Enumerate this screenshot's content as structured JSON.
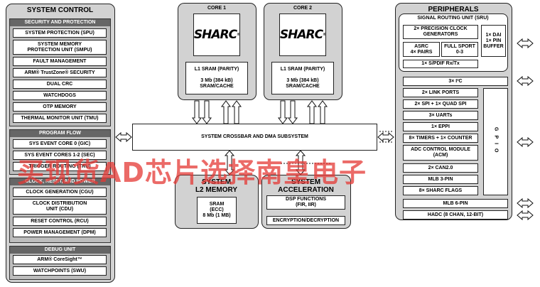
{
  "system_control": {
    "title": "SYSTEM CONTROL",
    "security": {
      "header": "SECURITY AND PROTECTION",
      "items": [
        "SYSTEM PROTECTION (SPU)",
        "SYSTEM MEMORY\nPROTECTION UNIT (SMPU)",
        "FAULT MANAGEMENT",
        "ARM® TrustZone® SECURITY",
        "DUAL CRC",
        "WATCHDOGS",
        "OTP MEMORY",
        "THERMAL MONITOR UNIT (TMU)"
      ]
    },
    "program_flow": {
      "header": "PROGRAM FLOW",
      "items": [
        "SYS EVENT CORE 0 (GIC)",
        "SYS EVENT CORES 1-2 (SEC)",
        "TRIGGER ROUTING (TRU)"
      ]
    },
    "clock": {
      "header": "CLOCK, RESET, AND POWER",
      "items": [
        "CLOCK GENERATION (CGU)",
        "CLOCK DISTRIBUTION\nUNIT (CDU)",
        "RESET CONTROL (RCU)",
        "POWER MANAGEMENT (DPM)"
      ]
    },
    "debug": {
      "header": "DEBUG UNIT",
      "items": [
        "ARM® CoreSight™",
        "WATCHPOINTS (SWU)"
      ]
    }
  },
  "core1": {
    "title": "CORE 1",
    "logo": "SHARC",
    "reg": "®",
    "sram": "L1 SRAM (PARITY)",
    "sram_detail": "3 Mb (384 kB)\nSRAM/CACHE"
  },
  "core2": {
    "title": "CORE 2",
    "logo": "SHARC",
    "reg": "®",
    "sram": "L1 SRAM (PARITY)",
    "sram_detail": "3 Mb (384 kB)\nSRAM/CACHE"
  },
  "crossbar": {
    "label": "SYSTEM CROSSBAR AND DMA SUBSYSTEM"
  },
  "l2": {
    "title": "SYSTEM\nL2 MEMORY",
    "box": "SRAM\n(ECC)\n8 Mb (1 MB)"
  },
  "accel": {
    "title": "SYSTEM\nACCELERATION",
    "dsp": "DSP FUNCTIONS\n(FIR, IIR)",
    "enc": "ENCRYPTION/DECRYPTION"
  },
  "peripherals": {
    "title": "PERIPHERALS",
    "sru": {
      "title": "SIGNAL ROUTING UNIT (SRU)",
      "pcg": "2× PRECISION CLOCK\nGENERATORS",
      "asrc": "ASRC\n4× PAIRS",
      "sport": "FULL SPORT\n0-3",
      "dai": "1× DAI\n1× PIN\nBUFFER",
      "spdif": "1× S/PDIF Rx/Tx"
    },
    "items": [
      "3× I²C",
      "2× LINK PORTS",
      "2× SPI + 1× QUAD SPI",
      "3× UARTs",
      "1× EPPI",
      "8× TIMERS + 1× COUNTER",
      "ADC CONTROL MODULE\n(ACM)",
      "2× CAN2.0",
      "MLB 3-PIN",
      "8× SHARC FLAGS",
      "MLB 6-PIN",
      "HADC (8 CHAN, 12-BIT)"
    ],
    "gpio": "GPIO"
  },
  "watermark": "买现货AD芯片选择南皇电子"
}
